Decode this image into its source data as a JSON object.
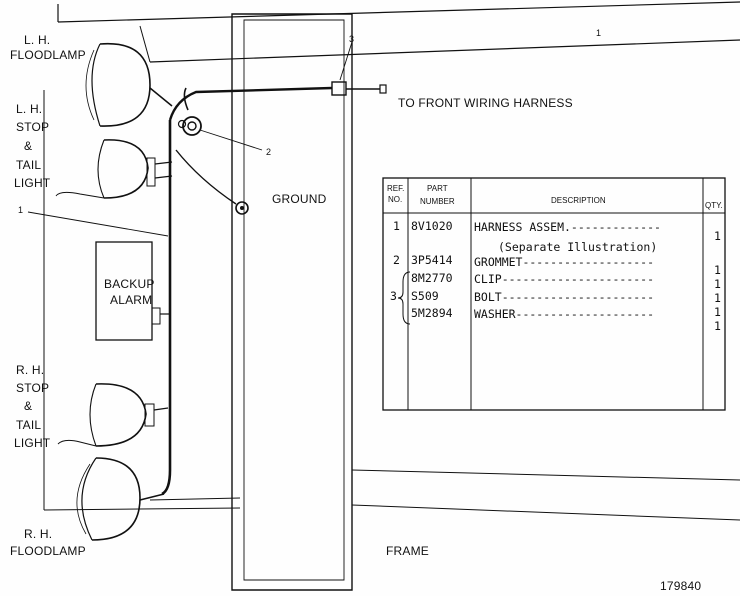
{
  "labels": {
    "lh_floodlamp": [
      "L. H.",
      "FLOODLAMP"
    ],
    "lh_stop_tail": [
      "L. H.",
      "STOP",
      "&",
      "TAIL",
      "LIGHT"
    ],
    "backup_alarm": [
      "BACKUP",
      "ALARM"
    ],
    "rh_stop_tail": [
      "R. H.",
      "STOP",
      "&",
      "TAIL",
      "LIGHT"
    ],
    "rh_floodlamp": [
      "R.  H.",
      "FLOODLAMP"
    ],
    "to_front": "TO FRONT WIRING HARNESS",
    "ground": "GROUND",
    "frame": "FRAME",
    "figure_number": "179840"
  },
  "callouts": {
    "c1_top": "1",
    "c1_left": "1",
    "c2": "2",
    "c3": "3"
  },
  "parts_table": {
    "headers": {
      "ref_no": [
        "REF.",
        "NO."
      ],
      "part_number": [
        "PART",
        "NUMBER"
      ],
      "description": "DESCRIPTION",
      "qty": "QTY."
    },
    "rows": [
      {
        "ref": "1",
        "part": "8V1020",
        "desc": "HARNESS ASSEM.-------------",
        "qty": "1"
      },
      {
        "ref": "",
        "part": "",
        "desc": "(Separate Illustration)",
        "qty": ""
      },
      {
        "ref": "2",
        "part": "3P5414",
        "desc": "GROMMET-------------------",
        "qty": "1"
      },
      {
        "ref": "",
        "part": "8M2770",
        "desc": "CLIP----------------------",
        "qty": "1"
      },
      {
        "ref": "3",
        "part": "S509",
        "desc": "BOLT----------------------",
        "qty": "1"
      },
      {
        "ref": "",
        "part": "5M2894",
        "desc": "WASHER--------------------",
        "qty": "1"
      }
    ],
    "extra_qty": "1"
  }
}
